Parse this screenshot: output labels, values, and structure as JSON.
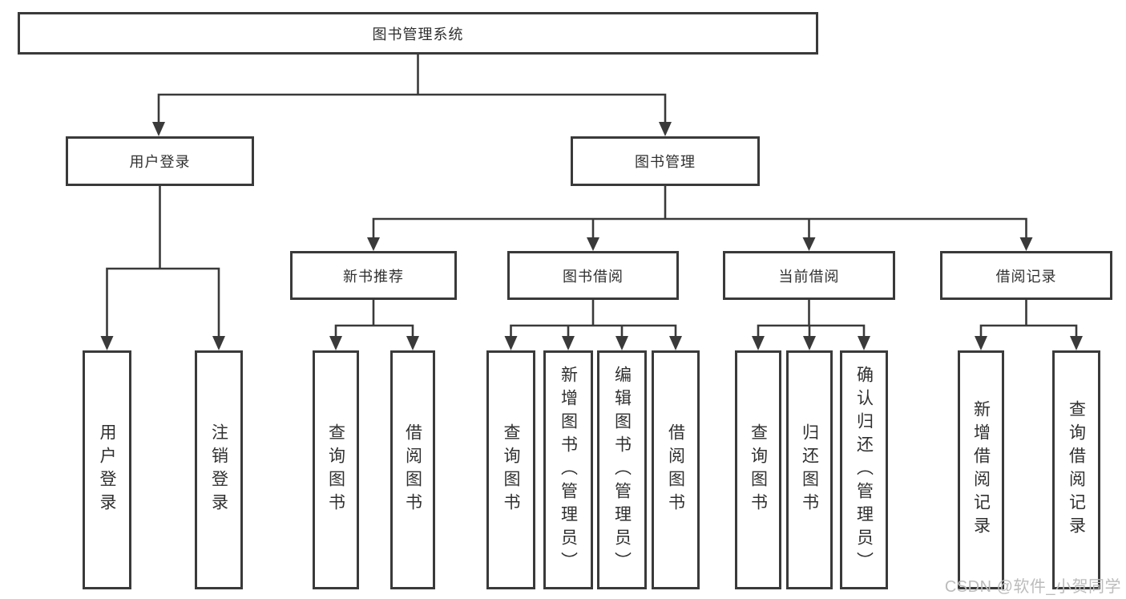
{
  "colors": {
    "line": "#3a3a3a",
    "text": "#303030",
    "box_background": "#ffffff",
    "watermark": "#bcbcbc",
    "page_background": "#ffffff"
  },
  "tree": {
    "label": "图书管理系统",
    "children": [
      {
        "label": "用户登录",
        "children": [
          {
            "label": "用户登录"
          },
          {
            "label": "注销登录"
          }
        ]
      },
      {
        "label": "图书管理",
        "children": [
          {
            "label": "新书推荐",
            "children": [
              {
                "label": "查询图书"
              },
              {
                "label": "借阅图书"
              }
            ]
          },
          {
            "label": "图书借阅",
            "children": [
              {
                "label": "查询图书"
              },
              {
                "label": "新增图书（管理员）"
              },
              {
                "label": "编辑图书（管理员）"
              },
              {
                "label": "借阅图书"
              }
            ]
          },
          {
            "label": "当前借阅",
            "children": [
              {
                "label": "查询图书"
              },
              {
                "label": "归还图书"
              },
              {
                "label": "确认归还（管理员）"
              }
            ]
          },
          {
            "label": "借阅记录",
            "children": [
              {
                "label": "新增借阅记录"
              },
              {
                "label": "查询借阅记录"
              }
            ]
          }
        ]
      }
    ]
  },
  "watermark": {
    "text": "CSDN @软件_小贺同学"
  }
}
